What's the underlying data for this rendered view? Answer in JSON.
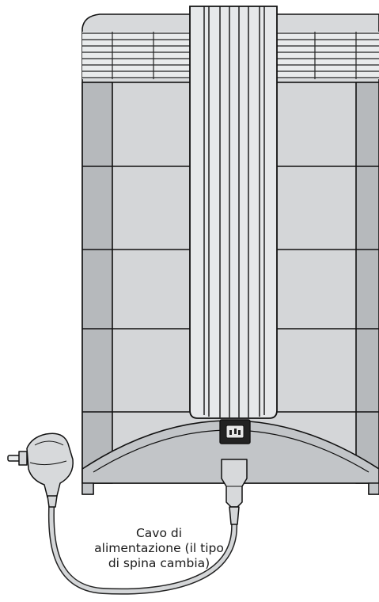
{
  "caption": {
    "lines": [
      "Cavo di",
      "alimentazione (il tipo",
      "di spina cambia)"
    ]
  },
  "colors": {
    "housing": "#d3d5d7",
    "housing_dark": "#b3b6b9",
    "column": "#e6e8ea",
    "outline": "#111111",
    "socket": "#222222"
  }
}
